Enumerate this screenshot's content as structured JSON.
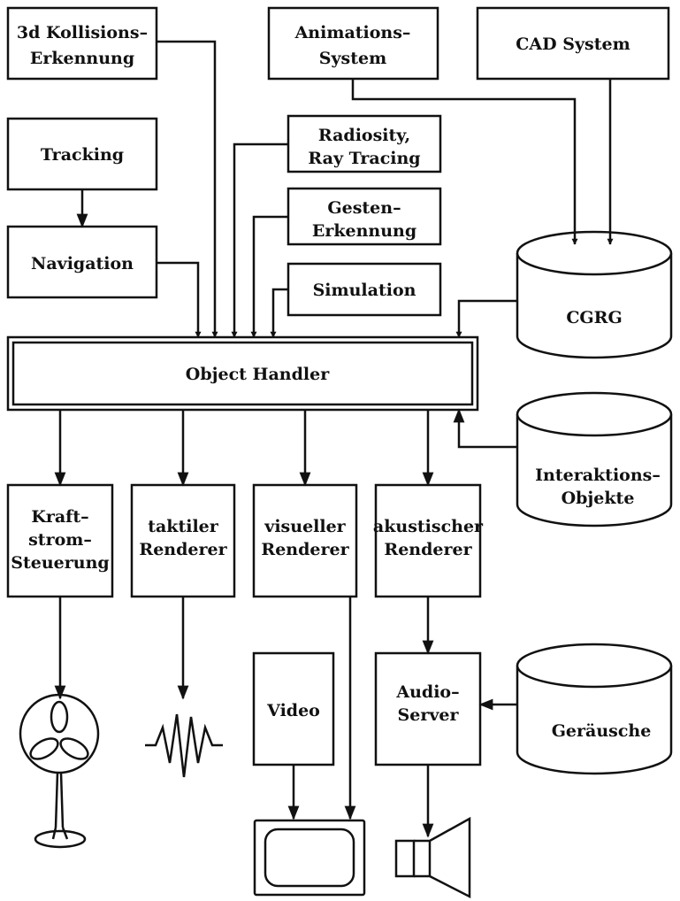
{
  "labels": {
    "kollision_1": "3d Kollisions–",
    "kollision_2": "Erkennung",
    "animation_1": "Animations–",
    "animation_2": "System",
    "cad": "CAD System",
    "tracking": "Tracking",
    "navigation": "Navigation",
    "radiosity_1": "Radiosity,",
    "radiosity_2": "Ray Tracing",
    "gesten_1": "Gesten–",
    "gesten_2": "Erkennung",
    "simulation": "Simulation",
    "cgrg": "CGRG",
    "object_handler": "Object Handler",
    "interaktion_1": "Interaktions–",
    "interaktion_2": "Objekte",
    "kraft_1": "Kraft–",
    "kraft_2": "strom–",
    "kraft_3": "Steuerung",
    "taktil_1": "taktiler",
    "taktil_2": "Renderer",
    "visuell_1": "visueller",
    "visuell_2": "Renderer",
    "akustisch_1": "akustischer",
    "akustisch_2": "Renderer",
    "video": "Video",
    "audio_1": "Audio–",
    "audio_2": "Server",
    "geraeusche": "Geräusche"
  },
  "icons": {
    "fan": "fan-icon",
    "zigzag": "tactile-zigzag-icon",
    "monitor": "monitor-icon",
    "speaker": "speaker-icon"
  }
}
